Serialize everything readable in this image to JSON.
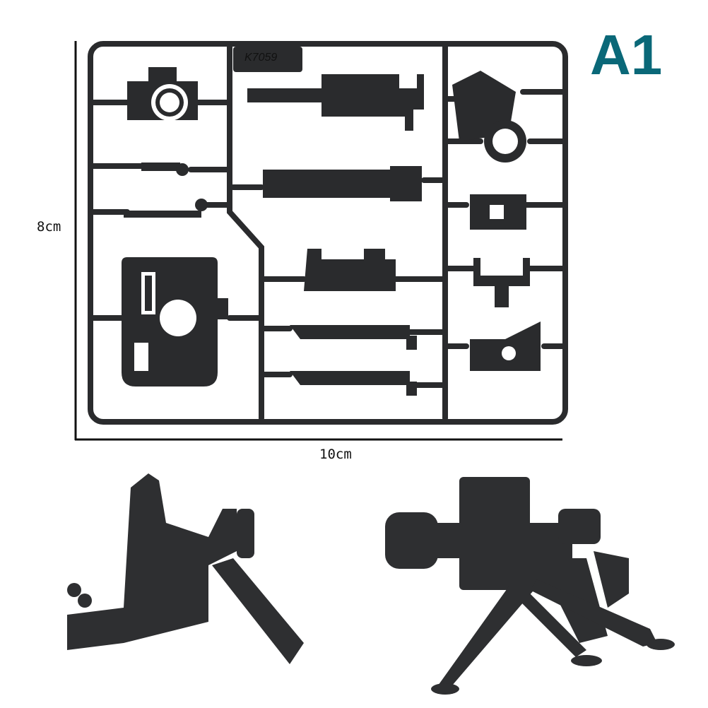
{
  "badge": {
    "text": "A1",
    "color": "#0a6878"
  },
  "dimensions": {
    "height_label": "8cm",
    "width_label": "10cm"
  },
  "sprue": {
    "code": "K7059",
    "color": "#2a2b2d"
  }
}
